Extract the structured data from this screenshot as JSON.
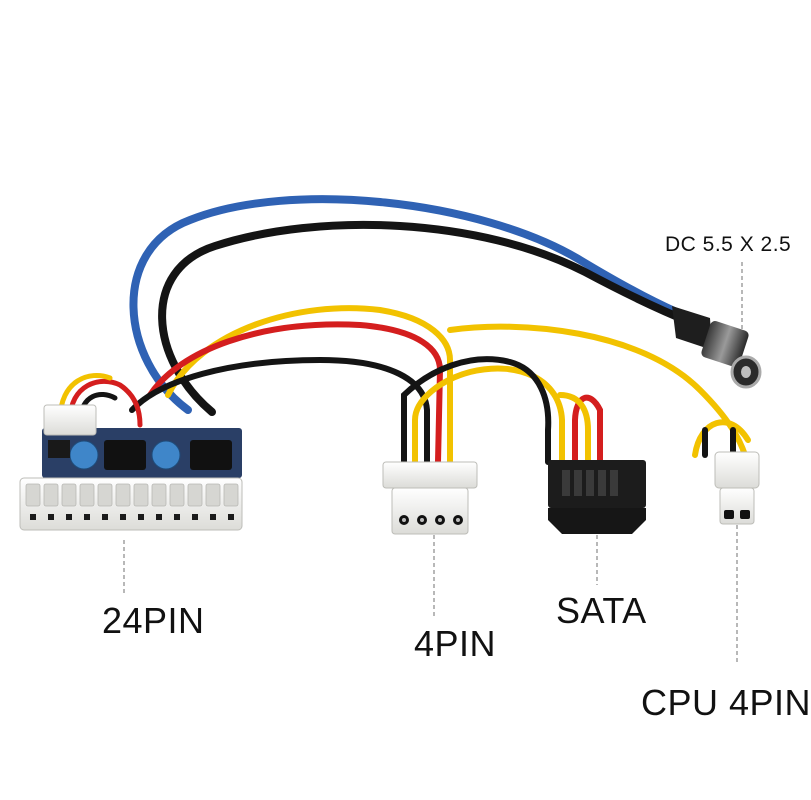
{
  "labels": {
    "dc_jack": "DC  5.5 X 2.5",
    "main_24pin": "24PIN",
    "molex_4pin": "4PIN",
    "sata": "SATA",
    "cpu_4pin": "CPU 4PIN"
  },
  "colors": {
    "background": "#ffffff",
    "wire_blue": "#2f62b4",
    "wire_black": "#141414",
    "wire_yellow": "#f2c200",
    "wire_red": "#d41e1e",
    "connector_white": "#f3f3f1",
    "sata_black": "#1c1c1c",
    "pcb_blue": "#2a3f66",
    "capacitor_blue": "#3f86c9",
    "label_text": "#111111",
    "leader_line": "#9a9a9a"
  }
}
